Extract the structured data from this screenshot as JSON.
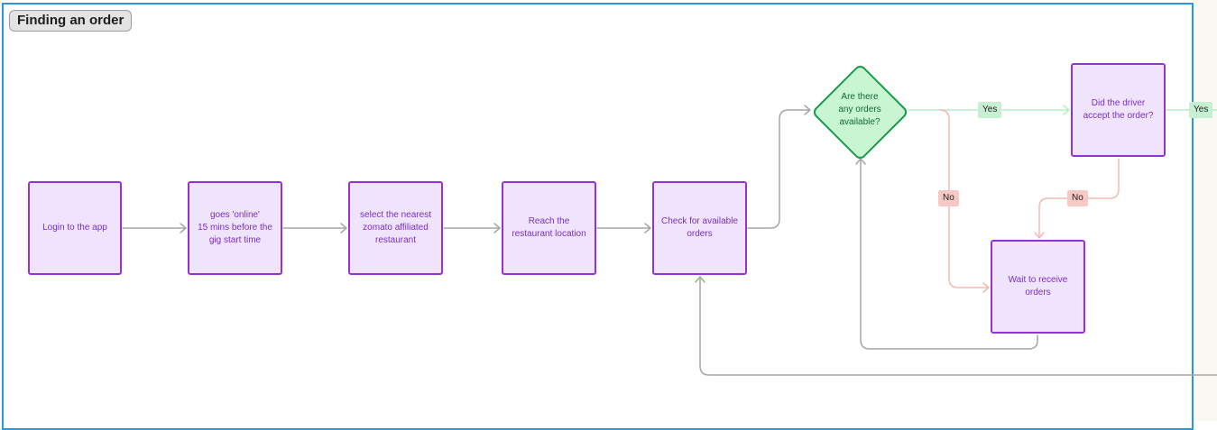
{
  "section": {
    "title": "Finding an order"
  },
  "nodes": {
    "login": "Login to the app",
    "online": "goes 'online'\n15 mins before the\ngig start time",
    "select": "select the nearest\nzomato affiliated\nrestaurant",
    "reach": "Reach the\nrestaurant location",
    "check": "Check for available\norders",
    "decision": "Are there\nany orders\navailable?",
    "accept": "Did the driver\naccept the order?",
    "wait": "Wait to receive\norders"
  },
  "edge_labels": {
    "yes_1": "Yes",
    "yes_2": "Yes",
    "no_1": "No",
    "no_2": "No"
  },
  "colors": {
    "frame": "#2b95e0",
    "node_fill": "#f0e4fc",
    "node_border": "#9333d6",
    "decision_fill": "#c8f5d2",
    "decision_border": "#1a9a4a",
    "yes_connector": "#b5eec5",
    "no_connector": "#f3b8b2",
    "default_connector": "#a6a6a6"
  }
}
